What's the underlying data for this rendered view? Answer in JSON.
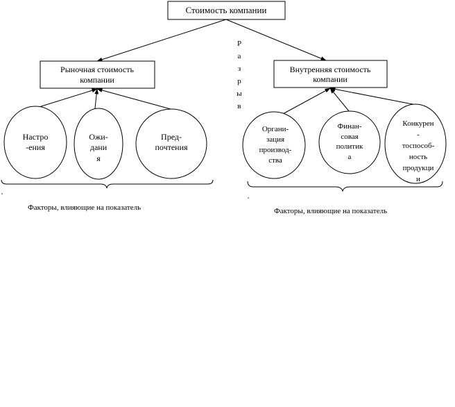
{
  "top_box": {
    "label": "Стоимость компании"
  },
  "left_box": {
    "lines": [
      "Рыночная стоимость",
      "компании"
    ]
  },
  "right_box": {
    "lines": [
      "Внутренняя стоимость",
      "компании"
    ]
  },
  "gap": {
    "letters": [
      "Р",
      "а",
      "з",
      "р",
      "ы",
      "в"
    ]
  },
  "left_factors": [
    {
      "lines": [
        "Настро",
        "-ения"
      ]
    },
    {
      "lines": [
        "Ожи-",
        "дани",
        "я"
      ]
    },
    {
      "lines": [
        "Пред-",
        "почтения"
      ]
    }
  ],
  "right_factors": [
    {
      "lines": [
        "Органи-",
        "зация",
        "производ-",
        "ства"
      ]
    },
    {
      "lines": [
        "Финан-",
        "совая",
        "политик",
        "а"
      ]
    },
    {
      "lines": [
        "Конкурен",
        "-",
        "тоспособ-",
        "ность",
        "продукци",
        "и"
      ]
    }
  ],
  "left_caption": "Факторы, влияющие на показатель",
  "right_caption": "Факторы, влияющие на показатель",
  "colors": {
    "stroke": "#000000",
    "background": "#ffffff"
  }
}
